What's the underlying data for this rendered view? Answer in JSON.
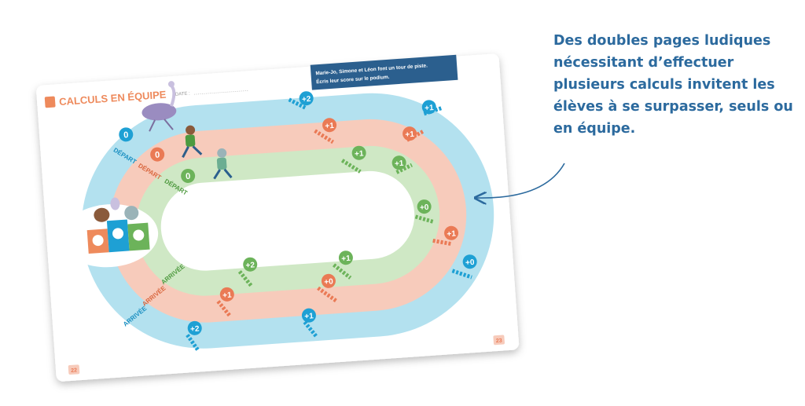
{
  "page": {
    "section_title": "CALCULS EN ÉQUIPE",
    "date_label": "DATE :",
    "instructions": [
      "Marie-Jo, Simone et Léon font un tour de piste.",
      "Écris leur score sur le podium."
    ],
    "page_left": "22",
    "page_right": "23"
  },
  "track": {
    "start_label": "DÉPART",
    "finish_label": "ARRIVÉE",
    "start_scores": [
      "0",
      "0",
      "0"
    ],
    "hurdles": {
      "blue": [
        "+2",
        "+1",
        "+0",
        "+1",
        "+2"
      ],
      "salmon": [
        "+1",
        "+1",
        "+1",
        "+1",
        "+0"
      ],
      "green": [
        "+1",
        "+1",
        "+0",
        "+1",
        "+2"
      ]
    }
  },
  "caption": {
    "lines": [
      "Des doubles pages ludiques",
      "nécessitant d’effectuer",
      "plusieurs calculs invitent les",
      "élèves à se surpasser, seuls ou",
      "en équipe."
    ]
  },
  "colors": {
    "blue_lane": "#b3e1ef",
    "salmon_lane": "#f7cbbb",
    "green_lane": "#cfe8c5",
    "blue_badge": "#1ea0d4",
    "salmon_badge": "#ea7a55",
    "green_badge": "#6cb35a",
    "title_orange": "#ee8a5c",
    "caption_blue": "#2c6a9e",
    "info_box": "#2b5f8e"
  }
}
